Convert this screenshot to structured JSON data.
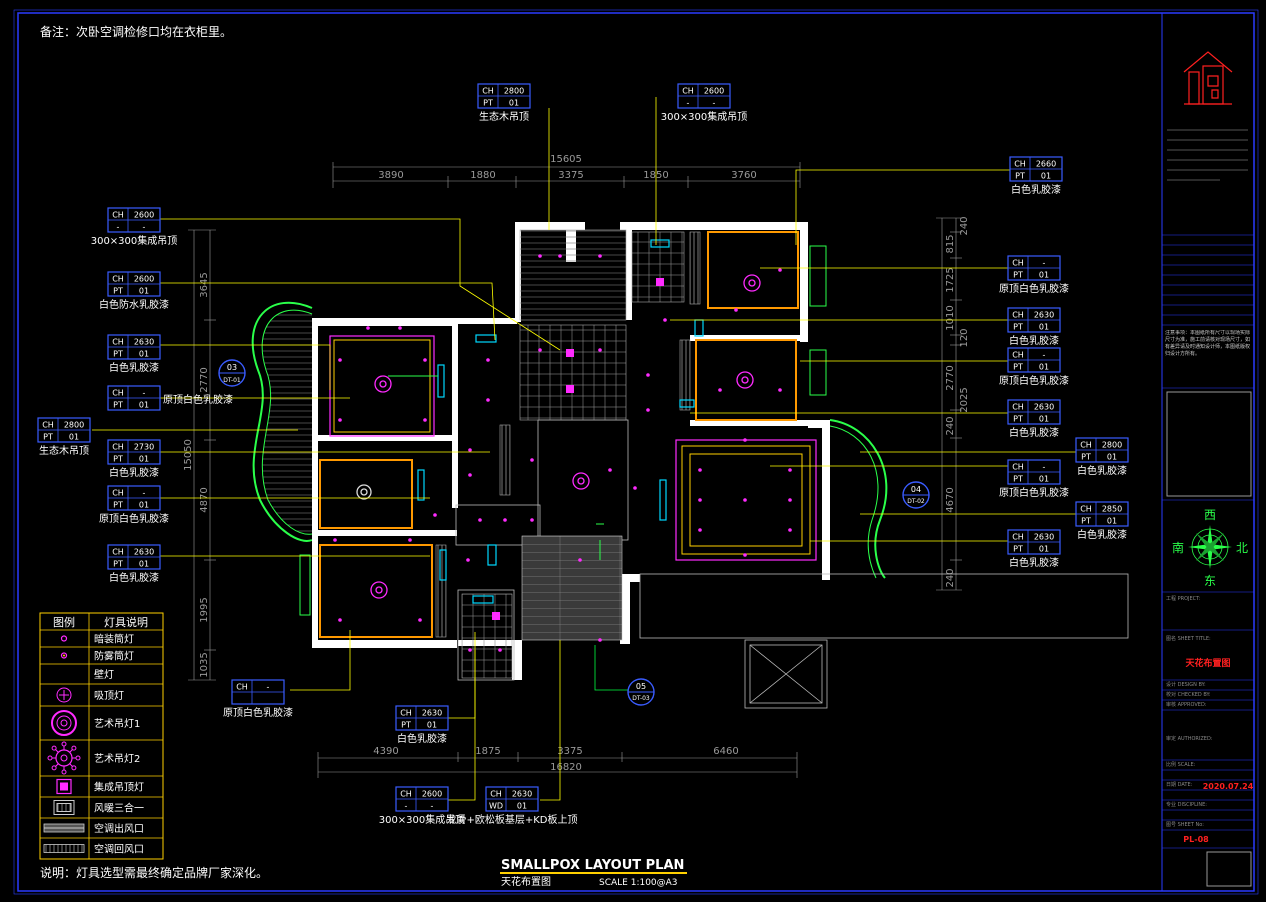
{
  "note_top": "备注：次卧空调检修口均在衣柜里。",
  "note_bottom": "说明：灯具选型需最终确定品牌厂家深化。",
  "title": {
    "main": "SMALLPOX LAYOUT PLAN",
    "sub": "天花布置图",
    "scale": "SCALE 1:100@A3"
  },
  "dims_top": {
    "total": "15605",
    "segments": [
      "3890",
      "1880",
      "3375",
      "1850",
      "3760"
    ]
  },
  "dims_bottom": {
    "total": "16820",
    "segments": [
      "4390",
      "1875",
      "3375",
      "6460"
    ]
  },
  "dims_left": {
    "total": "15050",
    "segments": [
      "3645",
      "2770",
      "4870",
      "1995",
      "1035"
    ]
  },
  "dims_right": {
    "segments": [
      "240",
      "815",
      "1725",
      "1010",
      "120",
      "2770",
      "2025",
      "240",
      "4670",
      "240"
    ]
  },
  "tags": [
    {
      "id": "t1",
      "ch": "2800",
      "pt": "01",
      "pt_label": "PT",
      "desc": "生态木吊顶"
    },
    {
      "id": "t2",
      "ch": "2600",
      "pt": "-",
      "pt_label": "",
      "desc": "300×300集成吊顶"
    },
    {
      "id": "t3",
      "ch": "2660",
      "pt": "01",
      "pt_label": "PT",
      "desc": "白色乳胶漆"
    },
    {
      "id": "t4",
      "ch": "2600",
      "pt": "-",
      "pt_label": "",
      "desc": "300×300集成吊顶"
    },
    {
      "id": "t5",
      "ch": "2600",
      "pt": "01",
      "pt_label": "PT",
      "desc": "白色防水乳胶漆"
    },
    {
      "id": "t6",
      "ch": "2630",
      "pt": "01",
      "pt_label": "PT",
      "desc": "白色乳胶漆"
    },
    {
      "id": "t7",
      "ch": "-",
      "pt": "01",
      "pt_label": "PT",
      "desc": "原顶白色乳胶漆"
    },
    {
      "id": "t8",
      "ch": "2800",
      "pt": "01",
      "pt_label": "PT",
      "desc": "生态木吊顶"
    },
    {
      "id": "t9",
      "ch": "2730",
      "pt": "01",
      "pt_label": "PT",
      "desc": "白色乳胶漆"
    },
    {
      "id": "t10",
      "ch": "-",
      "pt": "01",
      "pt_label": "PT",
      "desc": "原顶白色乳胶漆"
    },
    {
      "id": "t11",
      "ch": "2630",
      "pt": "01",
      "pt_label": "PT",
      "desc": "白色乳胶漆"
    },
    {
      "id": "t12",
      "ch": "-",
      "pt": "01",
      "pt_label": "PT",
      "desc": "原顶白色乳胶漆"
    },
    {
      "id": "t13",
      "ch": "2630",
      "pt": "01",
      "pt_label": "PT",
      "desc": "白色乳胶漆"
    },
    {
      "id": "t14",
      "ch": "-",
      "pt": "01",
      "pt_label": "PT",
      "desc": "原顶白色乳胶漆"
    },
    {
      "id": "t15",
      "ch": "2630",
      "pt": "01",
      "pt_label": "PT",
      "desc": "白色乳胶漆"
    },
    {
      "id": "t16",
      "ch": "2800",
      "pt": "01",
      "pt_label": "PT",
      "desc": "白色乳胶漆"
    },
    {
      "id": "t17",
      "ch": "-",
      "pt": "01",
      "pt_label": "PT",
      "desc": "原顶白色乳胶漆"
    },
    {
      "id": "t18",
      "ch": "2850",
      "pt": "01",
      "pt_label": "PT",
      "desc": "白色乳胶漆"
    },
    {
      "id": "t19",
      "ch": "2630",
      "pt": "01",
      "pt_label": "PT",
      "desc": "白色乳胶漆"
    },
    {
      "id": "t20",
      "ch": "-",
      "pt": "",
      "pt_label": "",
      "desc": "原顶白色乳胶漆"
    },
    {
      "id": "t21",
      "ch": "2630",
      "pt": "01",
      "pt_label": "PT",
      "desc": "白色乳胶漆"
    },
    {
      "id": "t22",
      "ch": "2600",
      "pt": "-",
      "pt_label": "",
      "desc": "300×300集成吊顶"
    },
    {
      "id": "t23",
      "ch": "2630",
      "pt": "01",
      "pt_label": "WD",
      "desc": "龙骨+欧松板基层+KD板上顶"
    }
  ],
  "ch_label": "CH",
  "sections": [
    {
      "id": "s03",
      "num": "03",
      "ref": "DT-01"
    },
    {
      "id": "s04",
      "num": "04",
      "ref": "DT-02"
    },
    {
      "id": "s05",
      "num": "05",
      "ref": "DT-03"
    }
  ],
  "legend": {
    "header_symbol": "图例",
    "header_desc": "灯具说明",
    "items": [
      {
        "icon": "downlight-icon",
        "label": "暗装筒灯"
      },
      {
        "icon": "fog-downlight-icon",
        "label": "防雾筒灯"
      },
      {
        "icon": "wall-light-icon",
        "label": "壁灯"
      },
      {
        "icon": "ceiling-light-icon",
        "label": "吸顶灯"
      },
      {
        "icon": "art-chandelier-1-icon",
        "label": "艺术吊灯1"
      },
      {
        "icon": "art-chandelier-2-icon",
        "label": "艺术吊灯2"
      },
      {
        "icon": "integrated-ceiling-light-icon",
        "label": "集成吊顶灯"
      },
      {
        "icon": "bath-heater-icon",
        "label": "风暖三合一"
      },
      {
        "icon": "ac-outlet-icon",
        "label": "空调出风口"
      },
      {
        "icon": "ac-return-icon",
        "label": "空调回风口"
      }
    ]
  },
  "compass": {
    "west": "西",
    "north": "北",
    "south": "南",
    "east": "东"
  },
  "title_block": {
    "notes": "注意事项：本图纸所有尺寸以现场实际尺寸为准，施工前请核对现场尺寸，如有差异请及时通知设计师，本图纸版权归设计方所有。",
    "rows": [
      "工程 PROJECT:",
      "图名 SHEET TITLE:",
      "设计 DESIGN BY:",
      "校对 CHECKED BY:",
      "审核 APPROVED:",
      "审定 AUTHORIZED:",
      "比例 SCALE:",
      "日期 DATE:",
      "专业 DISCIPLINE:",
      "图号 SHEET No:"
    ],
    "sheet_title": "天花布置图",
    "date": "2020.07.24",
    "sheet_no": "PL-08"
  },
  "colors": {
    "frame": "#2a3bff",
    "wall": "#ffffff",
    "cyan": "#00d8ff",
    "yellow": "#ffff00",
    "magenta": "#ff2bff",
    "green": "#00ff40",
    "orange": "#ff9900",
    "red": "#ff2020",
    "tag": "#3a5cff",
    "gray": "#9a9a9a"
  }
}
